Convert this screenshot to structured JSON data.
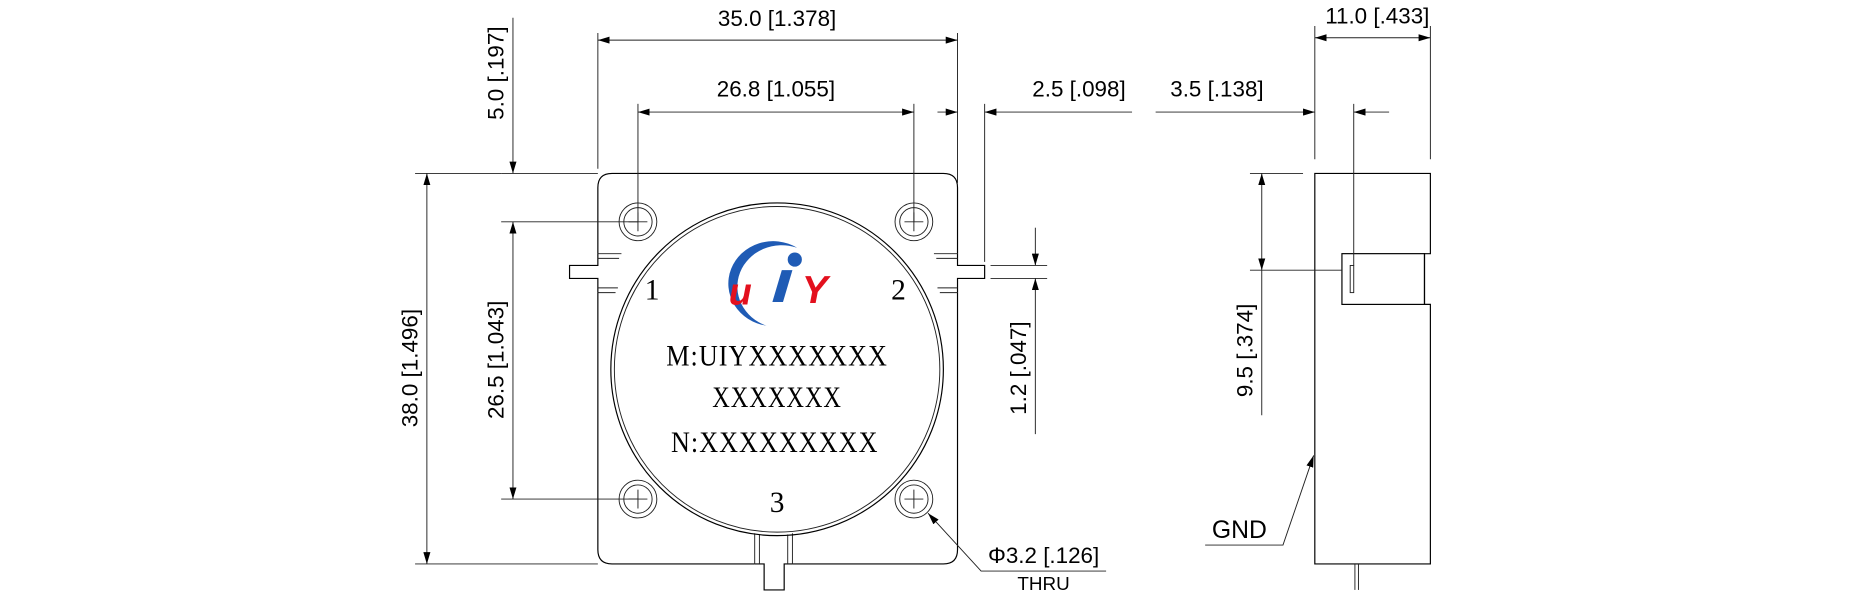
{
  "colors": {
    "line": "#000000",
    "logo_blue": "#1f5bb5",
    "logo_red": "#e3101e"
  },
  "logo": {
    "text": "UIY"
  },
  "front_view": {
    "ports": [
      "1",
      "2",
      "3"
    ],
    "marking": [
      "M:UIYXXXXXXX",
      "XXXXXXX",
      "N:XXXXXXXXX"
    ],
    "dimensions": {
      "overall_width": "35.0 [1.378]",
      "hole_spacing_x": "26.8 [1.055]",
      "tab_length": "2.5 [.098]",
      "hole_offset_top": "5.0 [.197]",
      "hole_spacing_y": "26.5 [1.043]",
      "overall_height": "38.0 [1.496]",
      "tab_thickness": "1.2 [.047]",
      "hole_diameter": "Φ3.2 [.126]",
      "hole_note": "THRU"
    }
  },
  "side_view": {
    "dimensions": {
      "overall_thickness": "11.0 [.433]",
      "pin_offset": "3.5 [.138]",
      "pin_height": "9.5 [.374]"
    },
    "gnd_label": "GND"
  }
}
